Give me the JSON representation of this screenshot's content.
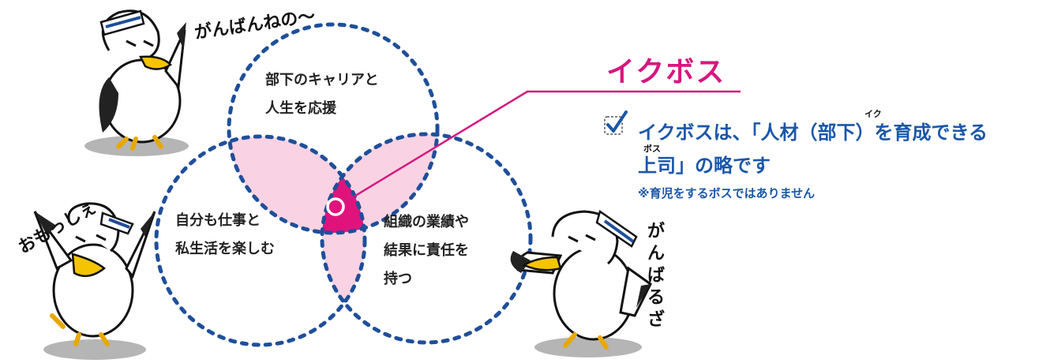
{
  "diagram": {
    "title": "イクボス",
    "circles": {
      "top": [
        "部下のキャリアと",
        "人生を応援"
      ],
      "left": [
        "自分も仕事と",
        "私生活を楽しむ"
      ],
      "right": [
        "組織の業績や",
        "結果に責任を",
        "持つ"
      ]
    },
    "description": {
      "line1": "イクボスは、「人材（部下）を育成できる",
      "line2": "上司」の略です",
      "ruby_iku": "イク",
      "ruby_boss": "ボス",
      "note": "※育児をするボスではありません"
    },
    "speech": {
      "top": "がんばんねの〜",
      "left": "おもっしぇ",
      "right": "がんばるざ"
    },
    "colors": {
      "circle_border": "#1f4f9a",
      "overlap_pink": "#f9d3e3",
      "center_magenta": "#e0137d",
      "title_magenta": "#d6177f",
      "text_blue": "#1b57a8"
    },
    "icons": [
      "checkbox-check-icon",
      "seagull-mascot"
    ]
  }
}
